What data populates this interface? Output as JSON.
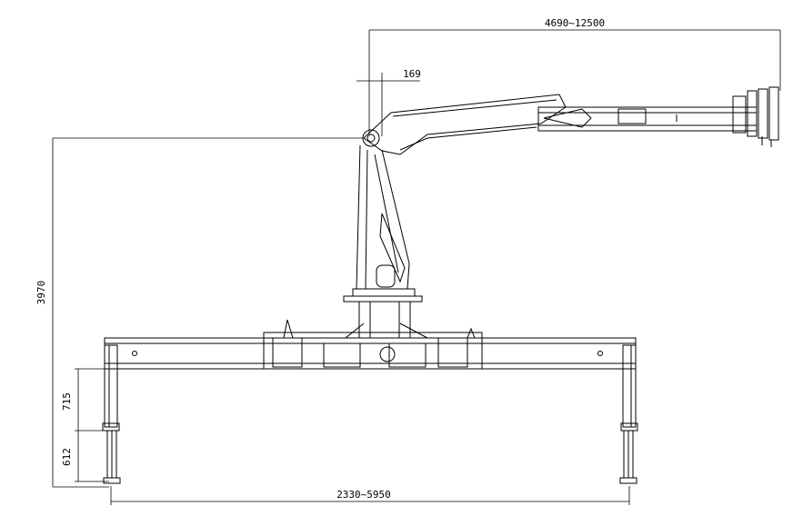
{
  "dimensions": {
    "boom_reach": "4690~12500",
    "offset": "169",
    "height": "3970",
    "leg_top": "715",
    "leg_bottom": "612",
    "outrigger_span": "2330~5950"
  },
  "colors": {
    "line": "#000000",
    "background": "#ffffff"
  }
}
